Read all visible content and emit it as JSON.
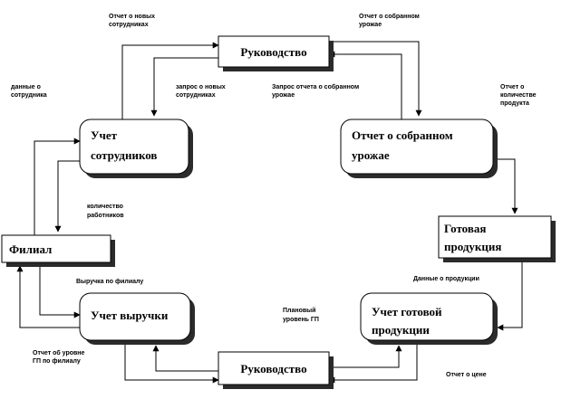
{
  "nodes": {
    "management_top": "Руководство",
    "staff_accounting": [
      "Учет",
      "сотрудников"
    ],
    "harvest_report": [
      "Отчет о собранном",
      "урожае"
    ],
    "finished_products": [
      "Готовая",
      "продукция"
    ],
    "branch": "Филиал",
    "revenue_accounting": "Учет выручки",
    "finished_products_accounting": [
      "Учет готовой",
      "продукции"
    ],
    "management_bottom": "Руководство"
  },
  "edges": {
    "new_staff_report": [
      "Отчет о новых",
      "сотрудниках"
    ],
    "harvest_report_label": [
      "Отчет о собранном",
      "урожае"
    ],
    "staff_data": [
      "данные о",
      "сотрудника"
    ],
    "new_staff_request": [
      "запрос о новых",
      "сотрудниках"
    ],
    "harvest_report_request": [
      "Запрос отчета о собранном",
      "урожае"
    ],
    "product_qty_report": [
      "Отчет о",
      "количестве",
      "продукта"
    ],
    "workers_count": [
      "количество",
      "работников"
    ],
    "branch_revenue": "Выручка по филиалу",
    "product_data": "Данные о продукции",
    "planned_level": [
      "Плановый",
      "уровень ГП"
    ],
    "branch_fp_report": [
      "Отчет об уровне",
      "ГП по филиалу"
    ],
    "price_report": "Отчет о цене"
  },
  "colors": {
    "stroke": "#000000",
    "shadow": "#2b2b2b",
    "fill": "#ffffff"
  }
}
